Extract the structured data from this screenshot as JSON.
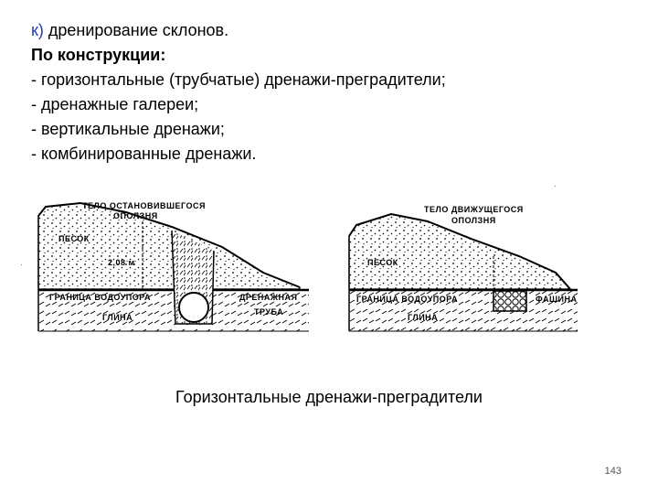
{
  "slide": {
    "heading_prefix": "к)",
    "heading_text": " дренирование склонов.",
    "subheading": "По конструкции:",
    "items": [
      "- горизонтальные (трубчатые) дренажи-преградители;",
      "- дренажные галереи;",
      "- вертикальные дренажи;",
      "- комбинированные дренажи."
    ],
    "caption": "Горизонтальные дренажи-преградители",
    "page_number": "143",
    "accent_color": "#1f3fb0"
  },
  "figure_left": {
    "labels": {
      "body_line1": "ТЕЛО ОСТАНОВИВШЕГОСЯ",
      "body_line2": "ОПОЛЗНЯ",
      "sand": "ПЕСОК",
      "depth": "2,08 м",
      "boundary": "ГРАНИЦА ВОДОУПОРА",
      "clay": "ГЛИНА",
      "drain_line1": "ДРЕНАЖНАЯ",
      "drain_line2": "ТРУБА"
    }
  },
  "figure_right": {
    "labels": {
      "body_line1": "ТЕЛО ДВИЖУЩЕГОСЯ",
      "body_line2": "ОПОЛЗНЯ",
      "sand": "ПЕСОК",
      "boundary": "ГРАНИЦА ВОДОУПОРА",
      "clay": "ГЛИНА",
      "fascine": "ФАШИНА"
    }
  }
}
